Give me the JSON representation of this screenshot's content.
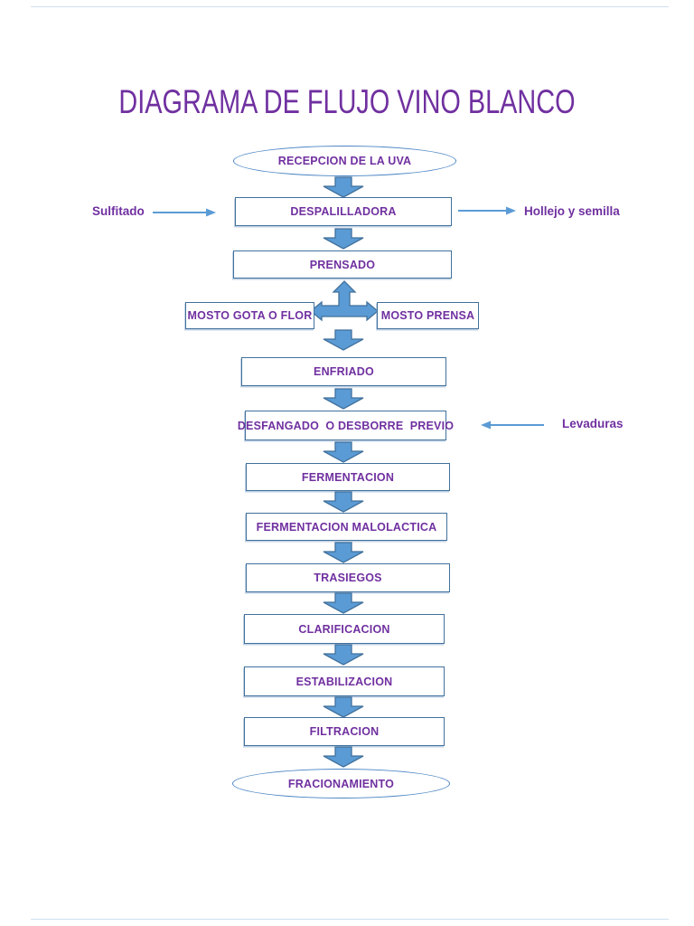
{
  "title": "DIAGRAMA DE FLUJO VINO BLANCO",
  "colors": {
    "title_text": "#7030A0",
    "node_text": "#7030A0",
    "node_border": "#41719C",
    "terminator_border": "#4A84C4",
    "block_arrow_fill": "#5B9BD5",
    "block_arrow_outline": "#41719C",
    "connector_arrow": "#5B9BD5",
    "page_rule": "#cfe0f1"
  },
  "flow": {
    "nodes": [
      {
        "id": "recepcion",
        "shape": "terminator",
        "label": "RECEPCION DE LA UVA"
      },
      {
        "id": "despalilladora",
        "shape": "process",
        "label": "DESPALILLADORA"
      },
      {
        "id": "prensado",
        "shape": "process",
        "label": "PRENSADO"
      },
      {
        "id": "mosto-gota-o-flor",
        "shape": "process",
        "label": "MOSTO GOTA O FLOR"
      },
      {
        "id": "mosto-prensa",
        "shape": "process",
        "label": "MOSTO PRENSA"
      },
      {
        "id": "enfriado",
        "shape": "process",
        "label": "ENFRIADO"
      },
      {
        "id": "desfangado",
        "shape": "process",
        "label": "DESFANGADO  O DESBORRE  PREVIO"
      },
      {
        "id": "fermentacion",
        "shape": "process",
        "label": "FERMENTACION"
      },
      {
        "id": "fermentacion-malolactica",
        "shape": "process",
        "label": "FERMENTACION MALOLACTICA"
      },
      {
        "id": "trasiegos",
        "shape": "process",
        "label": "TRASIEGOS"
      },
      {
        "id": "clarificacion",
        "shape": "process",
        "label": "CLARIFICACION"
      },
      {
        "id": "estabilizacion",
        "shape": "process",
        "label": "ESTABILIZACION"
      },
      {
        "id": "filtracion",
        "shape": "process",
        "label": "FILTRACION"
      },
      {
        "id": "fracionamiento",
        "shape": "terminator",
        "label": "FRACIONAMIENTO"
      }
    ],
    "annotations": [
      {
        "id": "sulfitado",
        "label": "Sulfitado",
        "arrow_direction": "right",
        "relation": "input to DESPALILLADORA (left side)"
      },
      {
        "id": "hollejo-y-semilla",
        "label": "Hollejo y semilla",
        "arrow_direction": "right",
        "relation": "output of DESPALILLADORA (right side)"
      },
      {
        "id": "levaduras",
        "label": "Levaduras",
        "arrow_direction": "left",
        "relation": "input to DESFANGADO O DESBORRE PREVIO (right side)"
      }
    ]
  }
}
